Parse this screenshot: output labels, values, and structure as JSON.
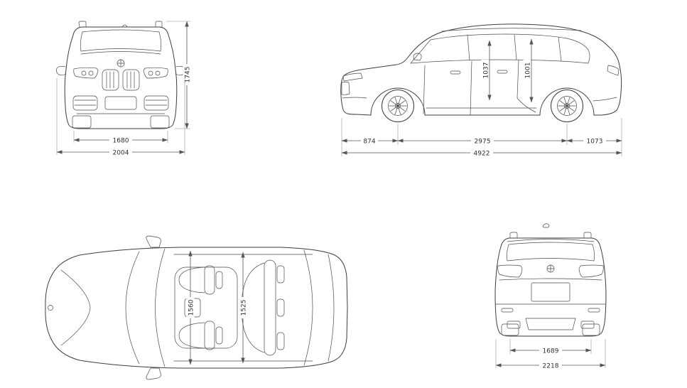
{
  "ink": "#3c3c3c",
  "dim_ink": "#555555",
  "views": {
    "front": {
      "height": "1745",
      "track_width": "1680",
      "overall_width": "2004"
    },
    "side": {
      "front_overhang": "874",
      "wheelbase": "2975",
      "rear_overhang": "1073",
      "overall_length": "4922",
      "front_door_aperture_height": "1037",
      "rear_door_aperture_height": "1001"
    },
    "top": {
      "front_interior_width": "1560",
      "rear_interior_width": "1525"
    },
    "rear": {
      "track_width": "1689",
      "overall_width": "2218"
    }
  }
}
